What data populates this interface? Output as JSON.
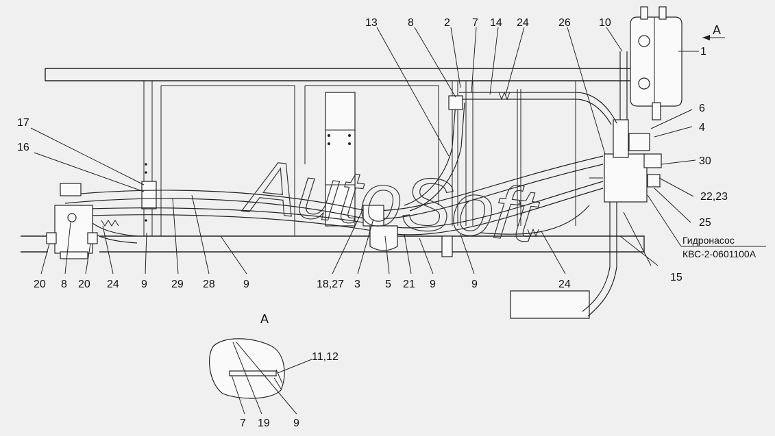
{
  "callouts": [
    {
      "id": "c13",
      "text": "13"
    },
    {
      "id": "c8t",
      "text": "8"
    },
    {
      "id": "c2",
      "text": "2"
    },
    {
      "id": "c7t",
      "text": "7"
    },
    {
      "id": "c14",
      "text": "14"
    },
    {
      "id": "c24t",
      "text": "24"
    },
    {
      "id": "c26",
      "text": "26"
    },
    {
      "id": "c10",
      "text": "10"
    },
    {
      "id": "c1",
      "text": "1"
    },
    {
      "id": "c6",
      "text": "6"
    },
    {
      "id": "c4",
      "text": "4"
    },
    {
      "id": "c30",
      "text": "30"
    },
    {
      "id": "c2223",
      "text": "22,23"
    },
    {
      "id": "c25",
      "text": "25"
    },
    {
      "id": "c15",
      "text": "15"
    },
    {
      "id": "c17",
      "text": "17"
    },
    {
      "id": "c16",
      "text": "16"
    },
    {
      "id": "c20a",
      "text": "20"
    },
    {
      "id": "c8b",
      "text": "8"
    },
    {
      "id": "c20b",
      "text": "20"
    },
    {
      "id": "c24a",
      "text": "24"
    },
    {
      "id": "c9a",
      "text": "9"
    },
    {
      "id": "c29",
      "text": "29"
    },
    {
      "id": "c28",
      "text": "28"
    },
    {
      "id": "c9b",
      "text": "9"
    },
    {
      "id": "c1827",
      "text": "18,27"
    },
    {
      "id": "c3",
      "text": "3"
    },
    {
      "id": "c5",
      "text": "5"
    },
    {
      "id": "c21",
      "text": "21"
    },
    {
      "id": "c9c",
      "text": "9"
    },
    {
      "id": "c9d",
      "text": "9"
    },
    {
      "id": "c24b",
      "text": "24"
    },
    {
      "id": "c1112",
      "text": "11,12"
    },
    {
      "id": "c7b",
      "text": "7"
    },
    {
      "id": "c19",
      "text": "19"
    },
    {
      "id": "c9e",
      "text": "9"
    }
  ],
  "view_labels": {
    "arrow_a": "А",
    "detail_a": "А"
  },
  "pump_label": {
    "line1": "Гидронасос",
    "line2": "КВС-2-0601100А"
  },
  "watermark": "AutoSoft"
}
